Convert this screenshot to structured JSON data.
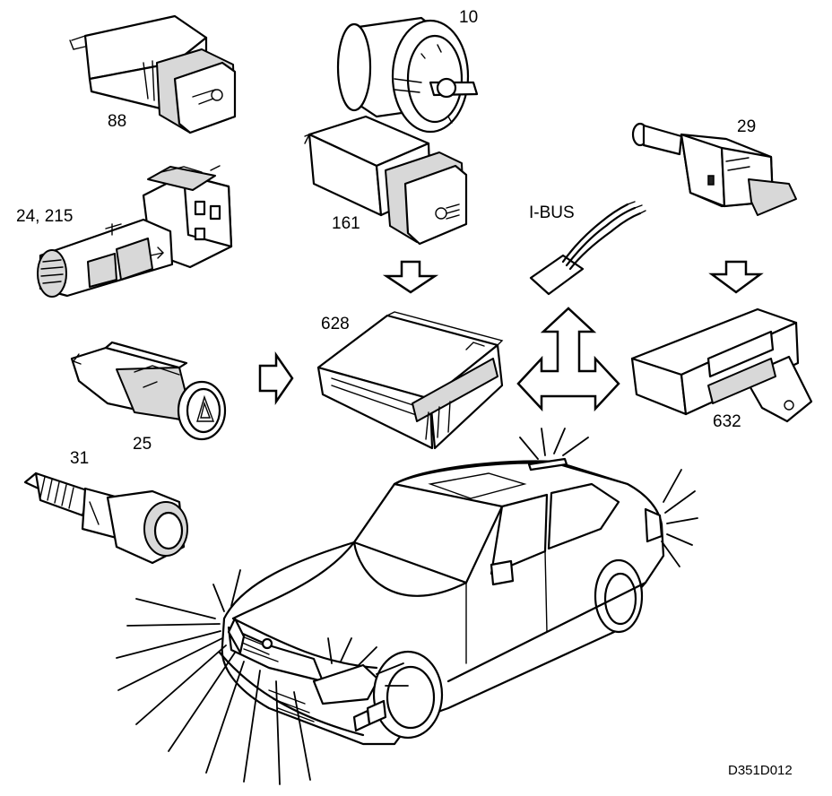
{
  "diagram": {
    "labels": {
      "fog_switch": "88",
      "stalk_switch": "24, 215",
      "hazard_switch": "25",
      "temp_sensor": "31",
      "light_switch": "10",
      "rear_fog_switch": "161",
      "brake_switch": "29",
      "bus": "I-BUS",
      "control_unit_main": "628",
      "control_unit_secondary": "632"
    },
    "drawing_code": "D351D012"
  }
}
